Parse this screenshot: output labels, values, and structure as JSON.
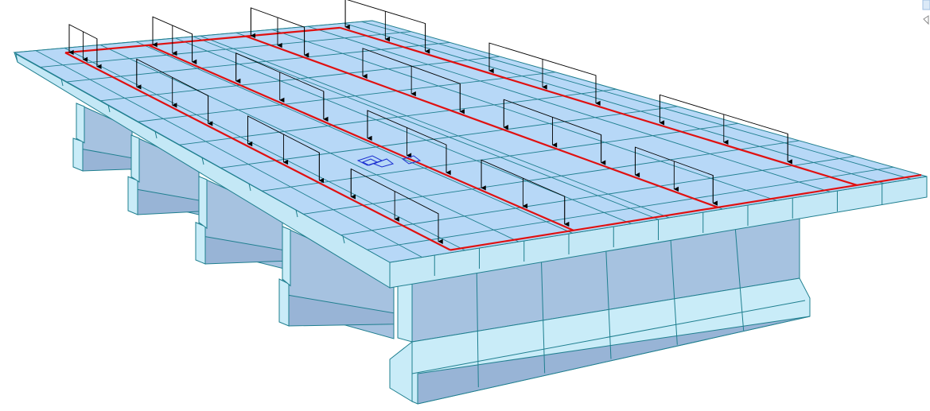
{
  "colors": {
    "background": "#ffffff",
    "deck_top": "#b7d8f7",
    "deck_side": "#c4e8f6",
    "girder_front": "#a6c2e0",
    "girder_side": "#c9ecf8",
    "girder_shadow": "#98b4d6",
    "mesh_line": "#1f7f8f",
    "load_line": "#e01010",
    "leader": "#000000",
    "origin_marker": "#1a2ed0"
  },
  "icons": {
    "origin_marker": "coordinate-axis-icon",
    "view_control": "view-cube-icon"
  },
  "model": {
    "girder_count": 5,
    "load_lane_count": 4,
    "load_arrow_style": "downward-arrow"
  }
}
